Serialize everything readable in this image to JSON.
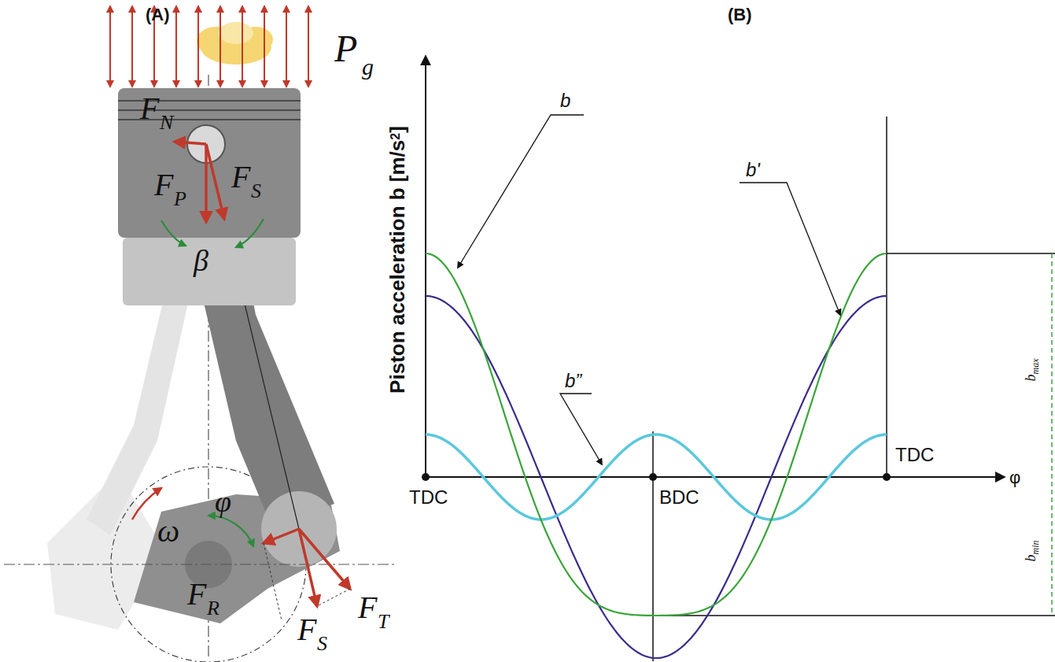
{
  "diagram": {
    "labels": [
      "(A)",
      "(B)",
      "P",
      "g",
      "F",
      "N",
      "F",
      "P",
      "F",
      "S",
      "β",
      "φ",
      "ω",
      "F",
      "R",
      "F",
      "T",
      "F",
      "S",
      "Piston acceleration b [m/s",
      "2",
      "]",
      "b",
      "b'",
      "b”",
      "TDC",
      "BDC",
      "TDC",
      "φ",
      "b",
      "max",
      "b",
      "min"
    ]
  }
}
